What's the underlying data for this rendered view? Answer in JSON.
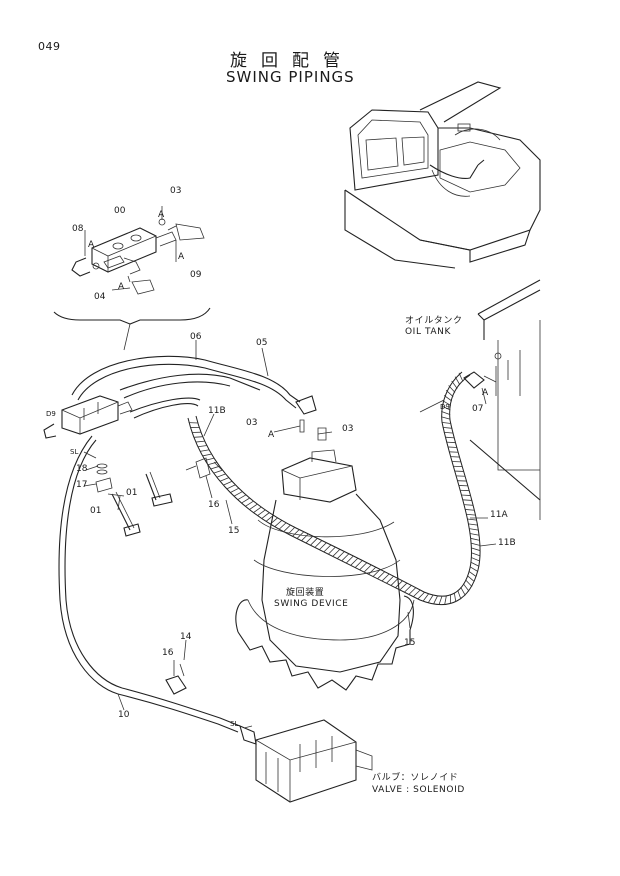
{
  "page_number": "049",
  "title_jp": "旋回配管",
  "title_en": "SWING PIPINGS",
  "captions": {
    "oil_tank_jp": "オイルタンク",
    "oil_tank_en": "OIL TANK",
    "swing_device_jp": "旋回装置",
    "swing_device_en": "SWING DEVICE",
    "valve_jp": "バルブ：ソレノイド",
    "valve_en": "VALVE : SOLENOID"
  },
  "part_labels": {
    "p00": "00",
    "p03_top": "03",
    "p08": "08",
    "p09": "09",
    "p04": "04",
    "a_left": "A",
    "a_top": "A",
    "a_right": "A",
    "a_bottom": "A",
    "p06": "06",
    "p05": "05",
    "d9_left": "D9",
    "sl_left": "SL",
    "p18": "18",
    "p17": "17",
    "p01_mid": "01",
    "p01_low": "01",
    "p11b_top": "11B",
    "p03_mid_left": "03",
    "p03_mid_right": "03",
    "a_mid": "A",
    "p16_mid": "16",
    "p15_mid": "15",
    "d9_right": "D9",
    "p07": "07",
    "a_tank": "A",
    "p11a": "11A",
    "p11b_right": "11B",
    "p15_low": "15",
    "p14": "14",
    "p16_low": "16",
    "p10": "10",
    "sl_low": "SL"
  }
}
